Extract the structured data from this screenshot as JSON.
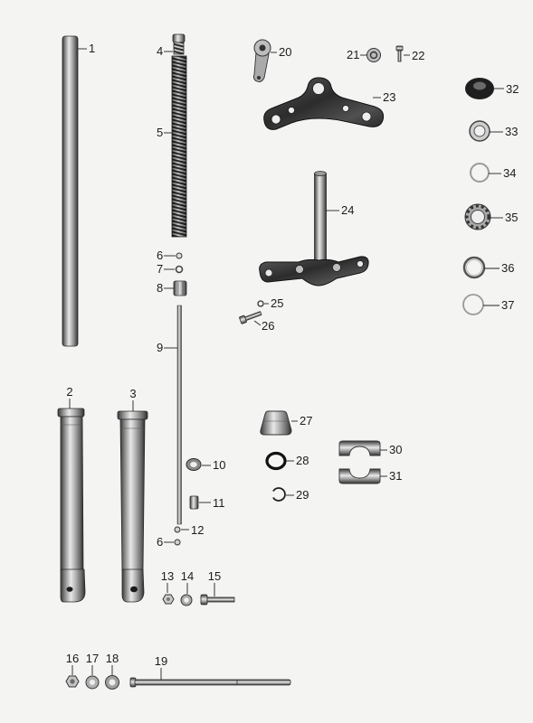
{
  "diagram": {
    "callouts": {
      "c1": "1",
      "c2": "2",
      "c3": "3",
      "c4": "4",
      "c5": "5",
      "c6a": "6",
      "c7": "7",
      "c8": "8",
      "c9": "9",
      "c10": "10",
      "c11": "11",
      "c12": "12",
      "c6b": "6",
      "c13": "13",
      "c14": "14",
      "c15": "15",
      "c16": "16",
      "c17": "17",
      "c18": "18",
      "c19": "19",
      "c20": "20",
      "c21": "21",
      "c22": "22",
      "c23": "23",
      "c24": "24",
      "c25": "25",
      "c26": "26",
      "c27": "27",
      "c28": "28",
      "c29": "29",
      "c30": "30",
      "c31": "31",
      "c32": "32",
      "c33": "33",
      "c34": "34",
      "c35": "35",
      "c36": "36",
      "c37": "37"
    }
  },
  "colors": {
    "paper": "#f4f4f2",
    "ink": "#1c1c1c"
  }
}
